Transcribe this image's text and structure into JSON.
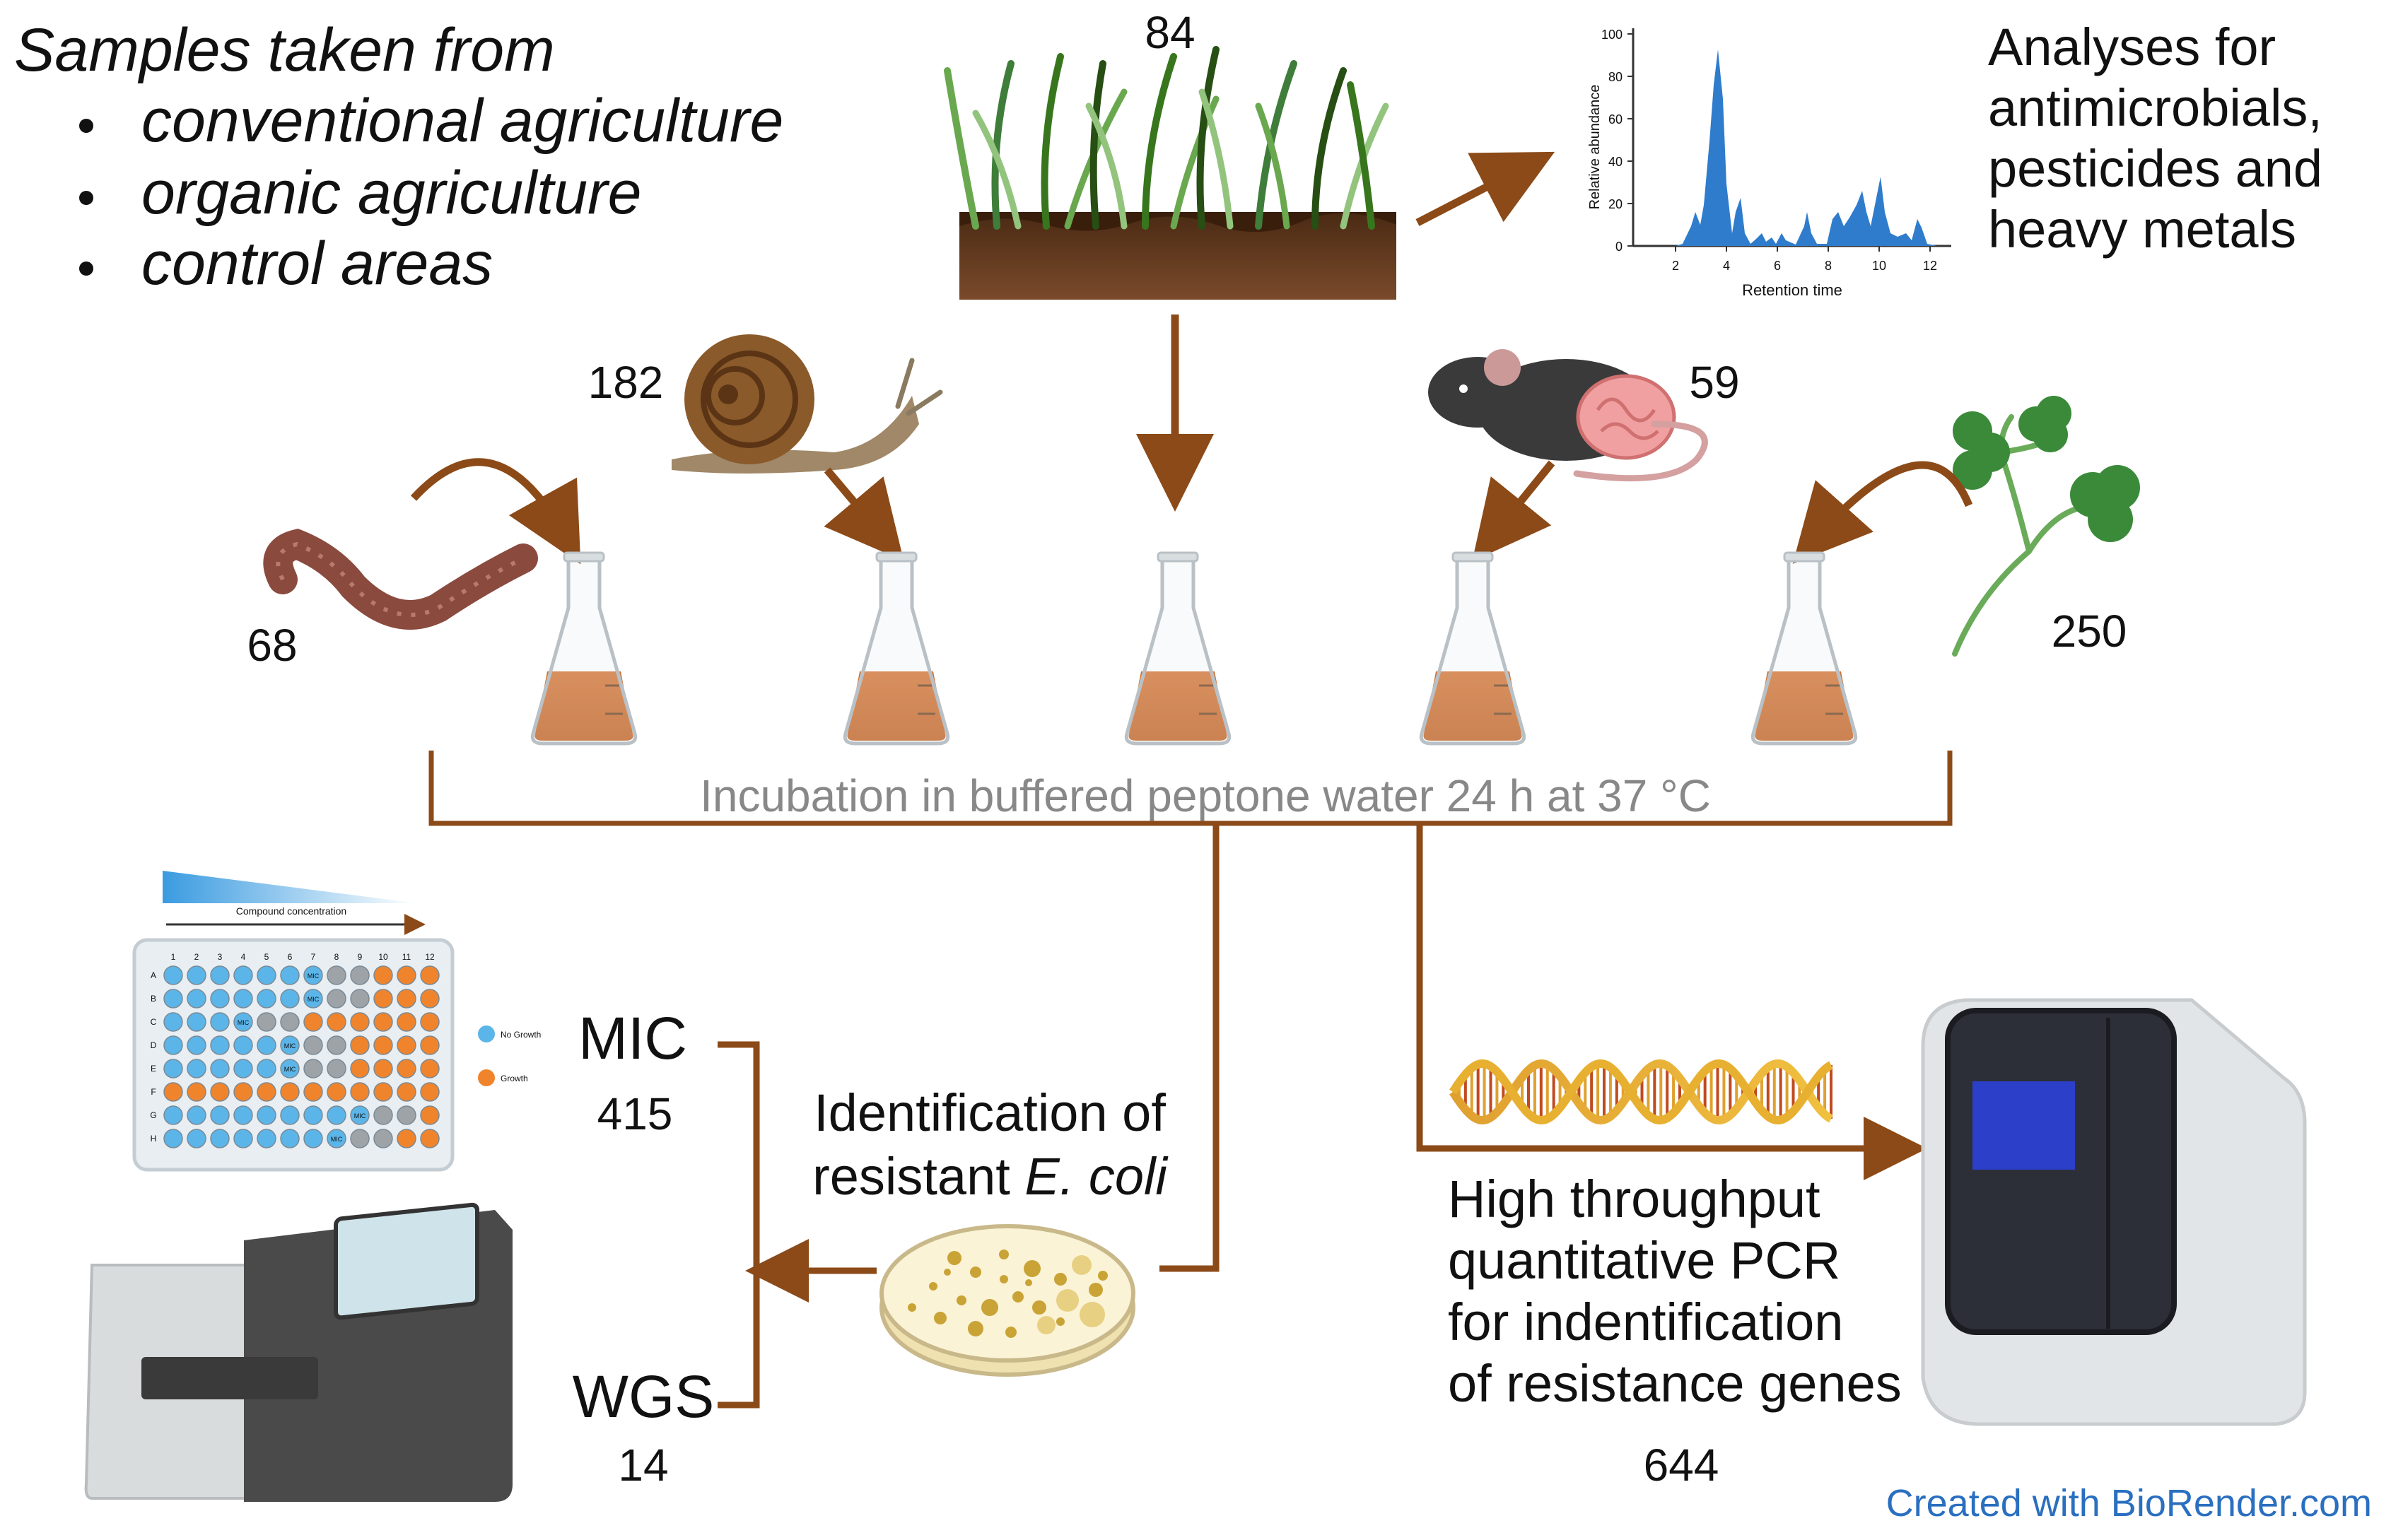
{
  "samples_header": "Samples taken from",
  "sample_sources": [
    "conventional agriculture",
    "organic agriculture",
    "control areas"
  ],
  "counts": {
    "soil": "84",
    "snail": "182",
    "earthworm": "68",
    "mouse": "59",
    "clover": "250",
    "mic": "415",
    "wgs": "14",
    "pcr": "644"
  },
  "analyses_text": [
    "Analyses for",
    "antimicrobials,",
    "pesticides and",
    "heavy metals"
  ],
  "chromatogram": {
    "ylabel": "Relative abundance",
    "xlabel": "Retention time",
    "yticks": [
      "0",
      "20",
      "40",
      "60",
      "80",
      "100"
    ],
    "xticks": [
      "2",
      "4",
      "6",
      "8",
      "10",
      "12"
    ]
  },
  "incubation_text": "Incubation in buffered peptone water 24 h at 37 °C",
  "identification_text": [
    "Identification of",
    "resistant "
  ],
  "identification_species": "E. coli",
  "mic_label": "MIC",
  "wgs_label": "WGS",
  "mic_plate": {
    "gradient_label": "Compound concentration",
    "columns": [
      "1",
      "2",
      "3",
      "4",
      "5",
      "6",
      "7",
      "8",
      "9",
      "10",
      "11",
      "12"
    ],
    "rows": [
      "A",
      "B",
      "C",
      "D",
      "E",
      "F",
      "G",
      "H"
    ],
    "mic_marker": "MIC",
    "legend": [
      "No Growth",
      "Growth"
    ]
  },
  "pcr_text": [
    "High throughput",
    "quantitative PCR",
    "for indentification",
    "of resistance genes"
  ],
  "credit": "Created with BioRender.com",
  "colors": {
    "arrow": "#8b4a17",
    "broth": "#d4712f",
    "well_blue": "#5bb5e8",
    "well_orange": "#f0842c",
    "well_grey": "#9ea3a8",
    "chrom_blue": "#2f7ccc",
    "credit_blue": "#2a6fc0"
  }
}
